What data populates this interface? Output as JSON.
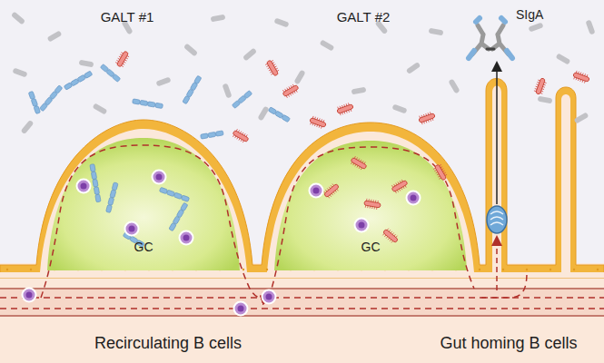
{
  "diagram": {
    "nodes": [
      {
        "text": [
          "GC"
        ]
      },
      {
        "text": [
          "GC"
        ]
      }
    ],
    "labels": [
      "GALT #1",
      "GALT #2",
      "SIgA",
      "Recirculating B cells",
      "Gut homing B cells"
    ]
  }
}
